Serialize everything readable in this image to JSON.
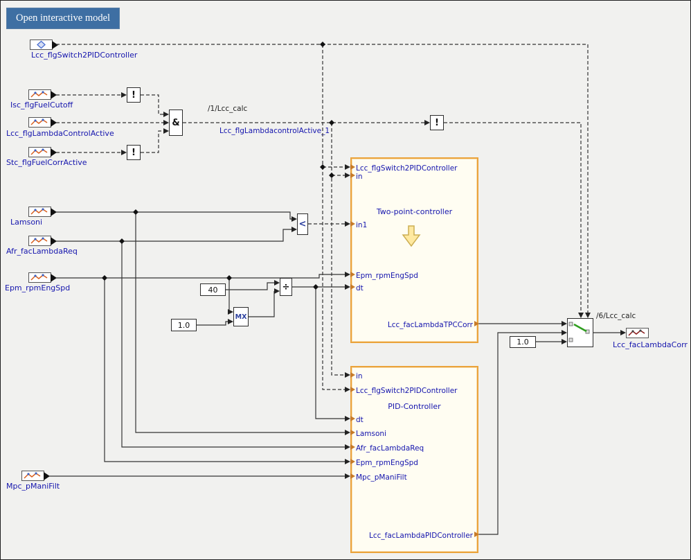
{
  "toolbar": {
    "open_model_button": "Open interactive model"
  },
  "inports": [
    {
      "name": "Lcc_flgSwitch2PIDController",
      "icon": "diamond-signal"
    },
    {
      "name": "Isc_flgFuelCutoff",
      "icon": "waveform-signal"
    },
    {
      "name": "Lcc_flgLambdaControlActive",
      "icon": "waveform-signal"
    },
    {
      "name": "Stc_flgFuelCorrActive",
      "icon": "waveform-signal"
    },
    {
      "name": "Lamsoni",
      "icon": "waveform-signal"
    },
    {
      "name": "Afr_facLambdaReq",
      "icon": "waveform-signal"
    },
    {
      "name": "Epm_rpmEngSpd",
      "icon": "waveform-signal"
    },
    {
      "name": "Mpc_pManiFilt",
      "icon": "waveform-signal"
    }
  ],
  "outports": [
    {
      "name": "Lcc_facLambdaCorr"
    }
  ],
  "operators": {
    "not1": "!",
    "not2": "!",
    "not3": "!",
    "and": "&",
    "relational": "<",
    "divide": "÷",
    "minmax": "MX"
  },
  "constants": {
    "const_40": "40",
    "const_1_upper": "1.0",
    "const_1_lower": "1.0"
  },
  "signal_labels": {
    "and_output_block_path": "/1/Lcc_calc",
    "and_output_signal": "Lcc_flgLambdacontrolActive_1",
    "switch_block_path": "/6/Lcc_calc"
  },
  "subsystems": {
    "two_point_controller": {
      "title": "Two-point-controller",
      "input_ports": [
        "Lcc_flgSwitch2PIDController",
        "in",
        "in1",
        "Epm_rpmEngSpd",
        "dt"
      ],
      "output_port": "Lcc_facLambdaTPCCorr"
    },
    "pid_controller": {
      "title": "PID-Controller",
      "input_ports": [
        "in",
        "Lcc_flgSwitch2PIDController",
        "dt",
        "Lamsoni",
        "Afr_facLambdaReq",
        "Epm_rpmEngSpd",
        "Mpc_pManiFilt"
      ],
      "output_port": "Lcc_facLambdaPIDController"
    }
  },
  "colors": {
    "subsystem_border": "#EBA33B",
    "subsystem_fill": "#FFFDF2",
    "label_blue": "#1414AD",
    "button_bg": "#3E6FA3",
    "switch_green": "#2F9E1F",
    "port_marker_orange": "#C77B29",
    "canvas_bg": "#F1F1EF"
  }
}
